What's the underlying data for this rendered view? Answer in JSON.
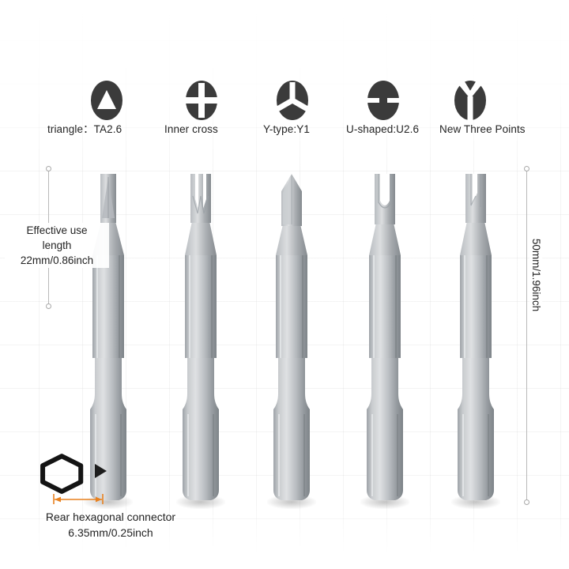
{
  "product": {
    "bit_types": [
      {
        "icon": "triangle-bit-icon",
        "label": "triangle：TA2.6"
      },
      {
        "icon": "inner-cross-bit-icon",
        "label": "Inner cross"
      },
      {
        "icon": "y-type-bit-icon",
        "label": "Y-type:Y1"
      },
      {
        "icon": "u-shaped-bit-icon",
        "label": "U-shaped:U2.6"
      },
      {
        "icon": "new-three-points-bit-icon",
        "label": "New Three Points"
      }
    ]
  },
  "annotations": {
    "effective_length": {
      "line1": "Effective use",
      "line2": "length",
      "line3": "22mm/0.86inch"
    },
    "total_length": {
      "text": "50mm/1.96inch"
    },
    "rear_connector": {
      "line1": "Rear hexagonal connector",
      "line2": "6.35mm/0.25inch"
    }
  },
  "colors": {
    "icon_fill": "#3b3b3b",
    "icon_cut": "#ffffff",
    "metal_light": "#d6d8da",
    "metal_mid": "#a9adb1",
    "metal_dark": "#7e8489",
    "dimension_line": "#b9b9b9",
    "accent_orange": "#e8811f",
    "arrow_black": "#1d1d1d",
    "text": "#232323",
    "background": "#ffffff"
  }
}
